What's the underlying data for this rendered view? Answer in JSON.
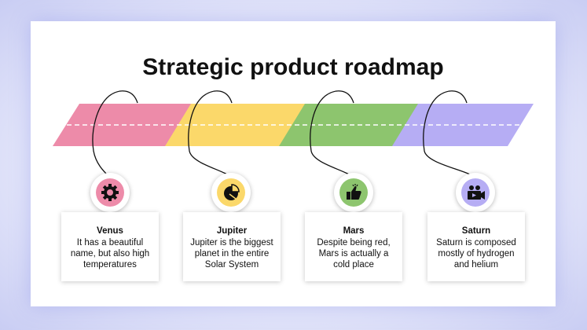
{
  "slide": {
    "title": "Strategic product roadmap"
  },
  "colors": {
    "venus": "#ed8ba9",
    "jupiter": "#fbd86a",
    "mars": "#8dc56e",
    "saturn": "#b6adf4"
  },
  "milestones": [
    {
      "title": "Venus",
      "text": "It has a beautiful name, but also high temperatures",
      "icon": "gear-icon"
    },
    {
      "title": "Jupiter",
      "text": "Jupiter is the biggest planet in the entire Solar System",
      "icon": "pie-chart-icon"
    },
    {
      "title": "Mars",
      "text": "Despite being red, Mars is actually a cold place",
      "icon": "thumbs-up-icon"
    },
    {
      "title": "Saturn",
      "text": "Saturn is composed mostly of hydrogen and helium",
      "icon": "video-team-icon"
    }
  ]
}
